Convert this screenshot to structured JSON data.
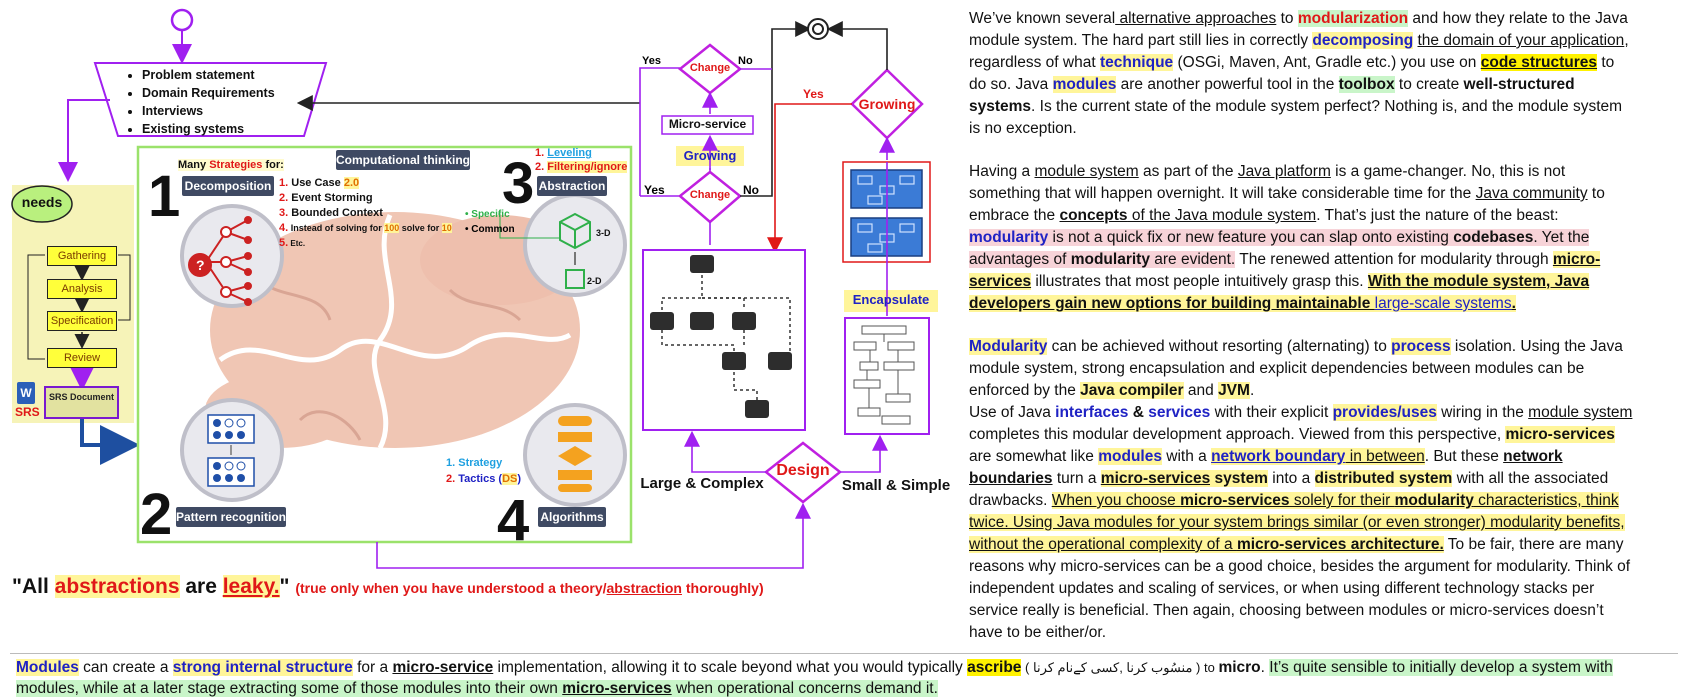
{
  "diagram": {
    "input_list": [
      "Problem statement",
      "Domain Requirements",
      "Interviews",
      "Existing systems"
    ],
    "needs_label": "needs",
    "process_steps": [
      "Gathering",
      "Analysis",
      "Specification",
      "Review"
    ],
    "srs": {
      "doc_label": "SRS Document",
      "side_label": "SRS",
      "icon_letter": "W"
    },
    "computational_thinking": "Computational thinking",
    "quadrants": [
      {
        "number": "1",
        "label": "Decomposition"
      },
      {
        "number": "2",
        "label": "Pattern recognition"
      },
      {
        "number": "3",
        "label": "Abstraction"
      },
      {
        "number": "4",
        "label": "Algorithms"
      }
    ],
    "many_strategies": {
      "prefix": "Many ",
      "highlight": "Strategies",
      "suffix": " for:"
    },
    "decomposition_list": [
      {
        "n": "1.",
        "text": "Use Case ",
        "extra": "2.0"
      },
      {
        "n": "2.",
        "text": "Event Storming",
        "extra": ""
      },
      {
        "n": "3.",
        "text": "Bounded Context",
        "extra": ""
      },
      {
        "n": "4.",
        "text": "Instead of solving for ",
        "extra": "100",
        "text2": " solve for ",
        "extra2": "10"
      },
      {
        "n": "5.",
        "text": "Etc.",
        "extra": ""
      }
    ],
    "abstraction_list": [
      {
        "n": "1.",
        "text": "Leveling"
      },
      {
        "n": "2.",
        "text": "Filtering/ignore"
      }
    ],
    "specific_label": "Specific",
    "common_label": "Common",
    "dim_3d": "3-D",
    "dim_2d": "2-D",
    "algorithms_list": [
      {
        "n": "1.",
        "text": "Strategy"
      },
      {
        "n": "2.",
        "text": "Tactics (",
        "extra": "DS",
        "suffix": ")"
      }
    ],
    "flow": {
      "change_top": "Change",
      "change_mid": "Change",
      "growing_diamond": "Growing",
      "growing_label": "Growing",
      "design": "Design",
      "micro_service": "Micro-service",
      "encapsulate": "Encapsulate",
      "large_complex": "Large & Complex",
      "small_simple": "Small & Simple",
      "yes1": "Yes",
      "no1": "No",
      "yes2": "Yes",
      "no2": "No",
      "yes3": "Yes"
    },
    "quote": {
      "open": "\"All ",
      "w1": "abstractions",
      "mid": " are ",
      "w2": "leaky.",
      "close": "\"",
      "note_prefix": "(true only when you have understood a theory/",
      "note_link": "abstraction",
      "note_suffix": " thoroughly)"
    }
  },
  "article": {
    "p1": {
      "s1": "We’ve known several",
      "s2": " alternative approaches",
      "s3": " to ",
      "s4": "modularization",
      "s5": " and how they relate to the Java module system. The hard part still lies in correctly ",
      "s6": "decomposing",
      "s7": " ",
      "s8": "the domain of your application",
      "s9": ", regardless of what ",
      "s10": "technique",
      "s11": " (OSGi, Maven, Ant, Gradle etc.) you use on ",
      "s12": "code structures",
      "s13": " to do so. Java ",
      "s14": "modules",
      "s15": " are another powerful tool in the ",
      "s16": "toolbox",
      "s17": " to create ",
      "s18": "well-structured systems",
      "s19": ". Is the current state of the module system perfect? Nothing is, and the module system is no exception."
    },
    "p2": {
      "s1": "Having a ",
      "s2": "module system",
      "s3": " as part of the ",
      "s4": "Java platform",
      "s5": " is a game-changer. No, this is not something that will happen overnight. It will take considerable time for the ",
      "s6": "Java community",
      "s7": " to embrace the ",
      "s8": "concepts",
      "s9": " of the Java module system",
      "s10": ". That’s just the nature of the beast: ",
      "s11": "modularity",
      "s12": " is not a quick fix or new feature you can slap onto existing ",
      "s13": "codebases",
      "s14": ". Yet the advantages of ",
      "s15": "modularity",
      "s16": " are evident.",
      "s17": " The renewed attention for modularity through ",
      "s18": "micro-services",
      "s19": " illustrates that most people intuitively grasp this. ",
      "s20": "With the module system, Java developers gain new options for building maintainable ",
      "s21": "large-scale systems",
      "s22": "."
    },
    "p3": {
      "s1": "Modularity",
      "s2": " can be achieved without resorting (alternating) to ",
      "s3": "process",
      "s4": " isolation.  Using the Java module system, strong encapsulation and explicit dependencies between modules can be enforced by the ",
      "s5": "Java compiler",
      "s6": " and ",
      "s7": "JVM",
      "s8": "."
    },
    "p4": {
      "s1": "Use of Java ",
      "s2": "interfaces",
      "s3": " & ",
      "s4": "services",
      "s5": " with their explicit ",
      "s6": "provides/uses",
      "s7": " wiring in the ",
      "s8": "module system",
      "s9": " completes this modular development approach. Viewed from this perspective, ",
      "s10": "micro-services",
      "s11": " are somewhat like ",
      "s12": "modules",
      "s13": " with a ",
      "s14": "network boundary",
      "s15": " in between",
      "s16": ". But these ",
      "s17": "network boundaries",
      "s18": " turn a ",
      "s19": "micro-services",
      "s20": " system",
      "s21": " into a ",
      "s22": "distributed system",
      "s23": " with all the associated drawbacks. ",
      "s24": "When you choose ",
      "s25": "micro-services",
      "s26": " solely for their ",
      "s27": "modularity",
      "s28": " characteristics, think twice. Using Java modules for your system brings similar (or even stronger) modularity benefits, without the operational complexity of a ",
      "s29": "micro-services architecture.",
      "s30": " To be fair, there are many reasons why micro-services can be a good choice, besides the argument for modularity. Think of independent updates and scaling of services, or when using different technology stacks per service really is beneficial. Then again, choosing between modules or micro-services doesn’t have to be either/or."
    }
  },
  "footer": {
    "s1": "Modules",
    "s2": " can create a ",
    "s3": "strong internal structure",
    "s4": " for a ",
    "s5": "micro-service",
    "s6": " implementation, allowing it to scale beyond what you would typically ",
    "s7": "ascribe",
    "s8": " ( منسُوب کرنا ,کسی کےنام کرنا ) to ",
    "s9": "micro",
    "s10": ". ",
    "s11": "It’s quite sensible to initially develop a system with modules, while at a later stage extracting some of those modules into their own ",
    "s12": "micro-services",
    "s13": " when operational concerns demand it."
  }
}
